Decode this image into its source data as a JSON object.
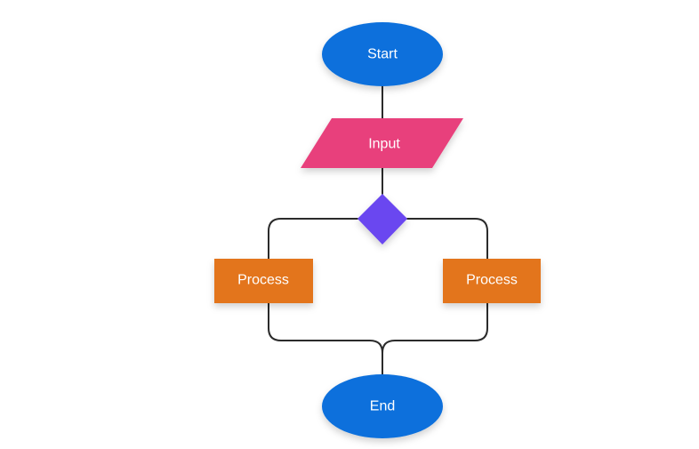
{
  "flowchart": {
    "start": {
      "label": "Start",
      "color": "#0a6fdc"
    },
    "input": {
      "label": "Input",
      "color": "#e8417c"
    },
    "decision": {
      "label": "",
      "color": "#6b47f0"
    },
    "process_left": {
      "label": "Process",
      "color": "#e3741c"
    },
    "process_right": {
      "label": "Process",
      "color": "#e3741c"
    },
    "end": {
      "label": "End",
      "color": "#0a6fdc"
    },
    "connector_color": "#2b2b2b"
  }
}
